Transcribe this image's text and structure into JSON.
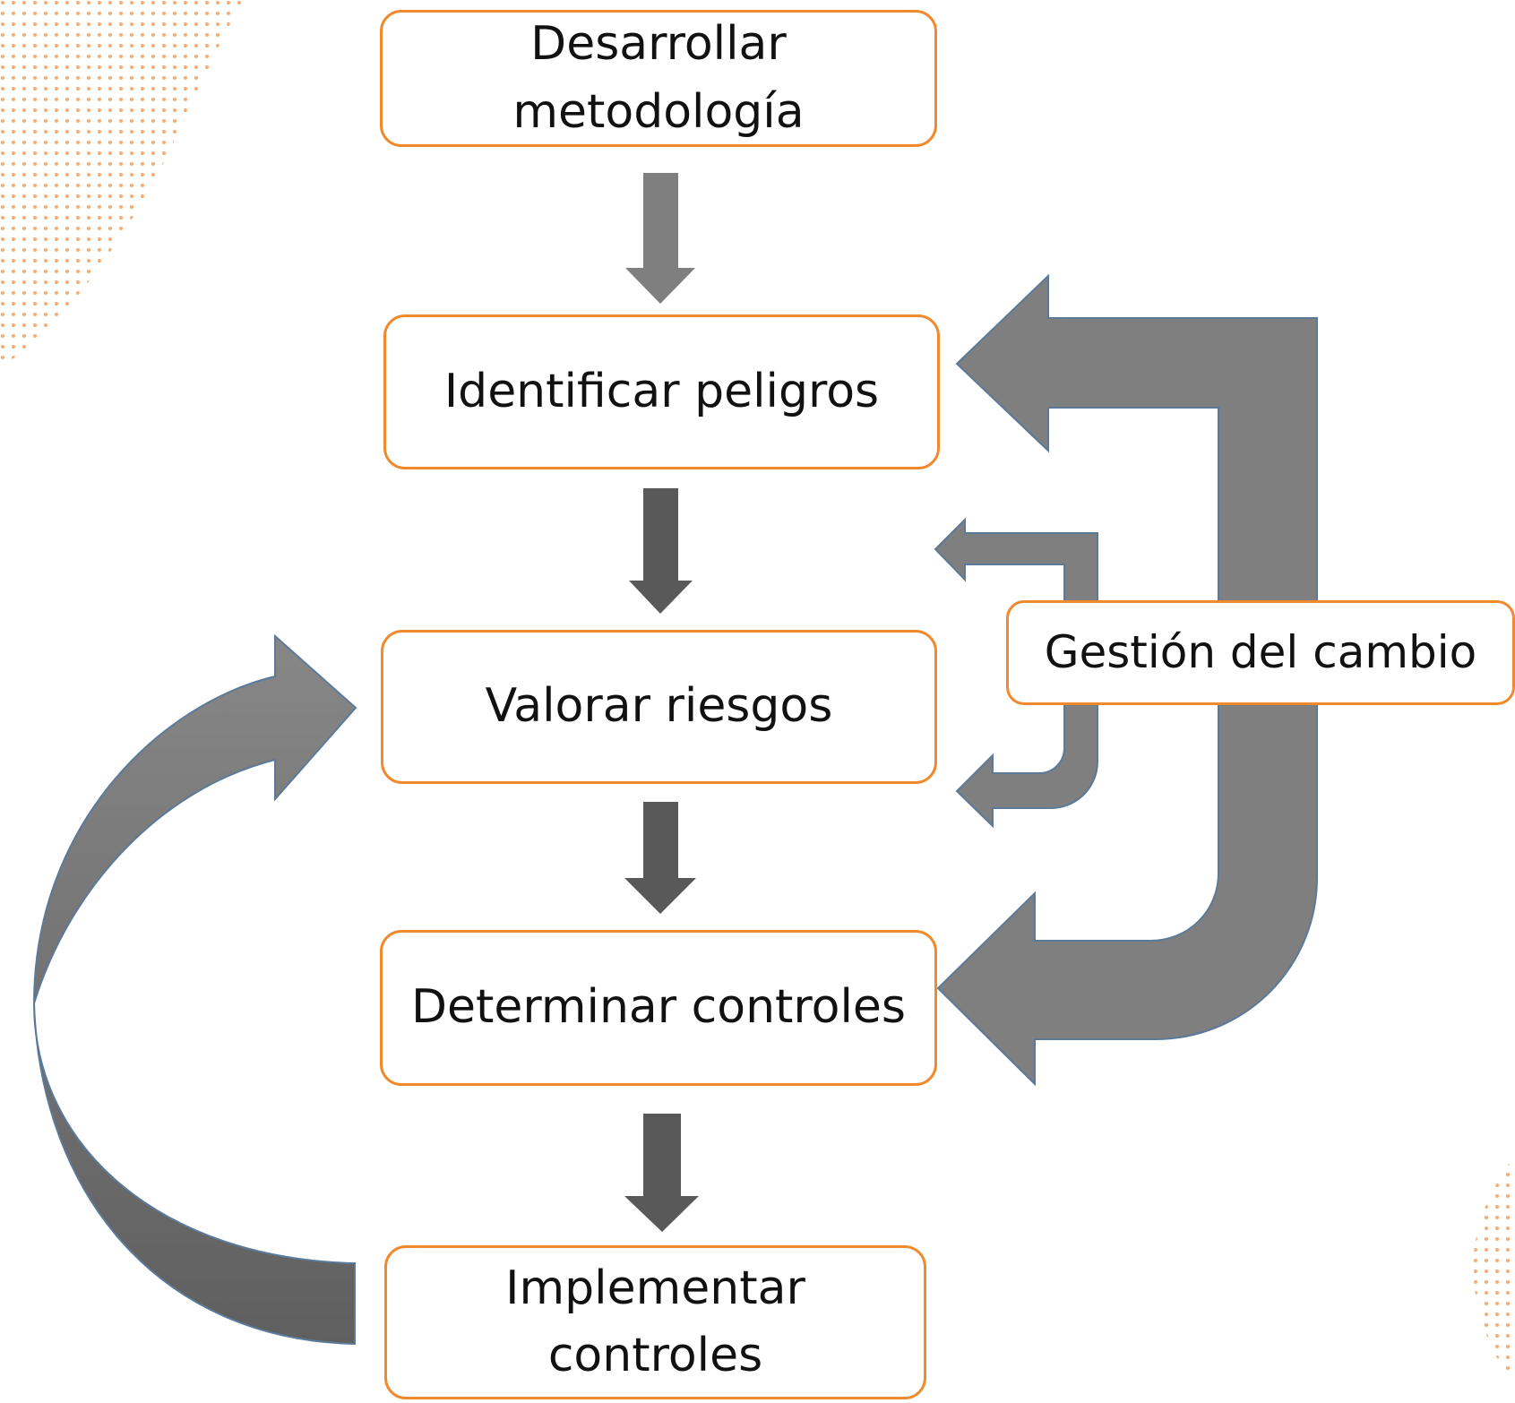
{
  "steps": [
    {
      "id": "develop",
      "lines": [
        "Desarrollar",
        "metodología"
      ]
    },
    {
      "id": "identify",
      "lines": [
        "Identificar peligros"
      ]
    },
    {
      "id": "assess",
      "lines": [
        "Valorar riesgos"
      ]
    },
    {
      "id": "determine",
      "lines": [
        "Determinar controles"
      ]
    },
    {
      "id": "implement",
      "lines": [
        "Implementar",
        "controles"
      ]
    }
  ],
  "change_management": {
    "label": "Gestión del cambio"
  },
  "colors": {
    "box_border": "#f08a2c",
    "arrow_light": "#7f7f7f",
    "arrow_dark": "#595959",
    "arrow_outline": "#5b7a99",
    "decor_dots": "#f5a465"
  }
}
